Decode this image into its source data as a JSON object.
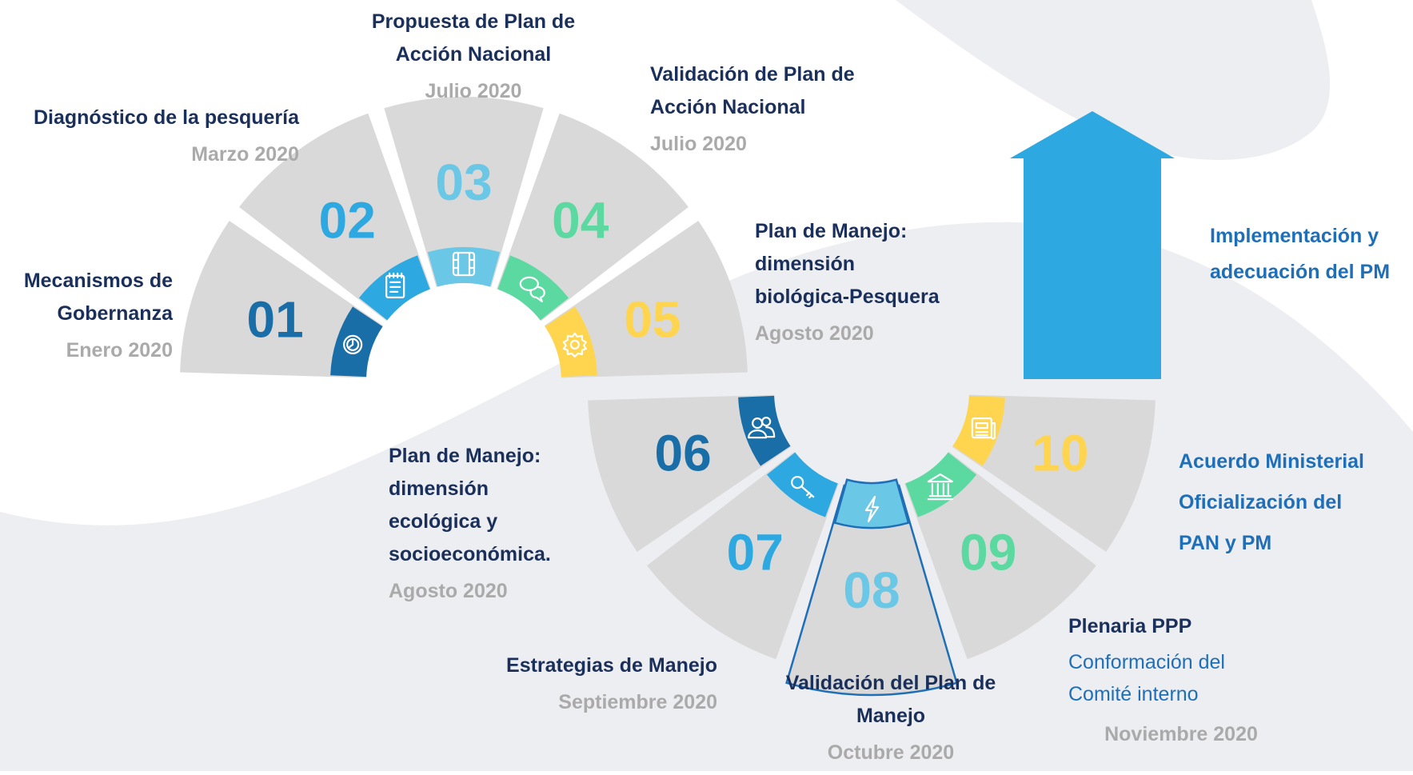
{
  "colors": {
    "segment_gray": "#d9d9d9",
    "title_navy": "#1a2f5a",
    "date_gray": "#aaaaaa",
    "blue_text": "#1f6fb8",
    "arrow_blue": "#2ea8e0",
    "bg_wave": "#eceef1",
    "ring_dark_blue": "#1a6ea8",
    "ring_blue": "#2ea8e0",
    "ring_light_blue": "#6ac8e6",
    "ring_green": "#5cd9a0",
    "ring_yellow": "#ffd54f"
  },
  "steps": [
    {
      "number": "01",
      "title_lines": [
        "Mecanismos de",
        "Gobernanza"
      ],
      "date": "Enero 2020",
      "number_color": "#1a6ea8",
      "ring_color": "#1a6ea8",
      "icon": "clock-icon"
    },
    {
      "number": "02",
      "title_lines": [
        "Diagnóstico de la pesquería"
      ],
      "date": "Marzo 2020",
      "number_color": "#2ea8e0",
      "ring_color": "#2ea8e0",
      "icon": "notepad-icon"
    },
    {
      "number": "03",
      "title_lines": [
        "Propuesta de Plan de",
        "Acción Nacional"
      ],
      "date": "Julio 2020",
      "number_color": "#6ac8e6",
      "ring_color": "#6ac8e6",
      "icon": "film-icon"
    },
    {
      "number": "04",
      "title_lines": [
        "Validación de Plan de",
        "Acción Nacional"
      ],
      "date": "Julio 2020",
      "number_color": "#5cd9a0",
      "ring_color": "#5cd9a0",
      "icon": "chat-icon"
    },
    {
      "number": "05",
      "title_lines": [
        "Plan de Manejo:",
        "dimensión",
        "biológica-Pesquera"
      ],
      "date": "Agosto 2020",
      "number_color": "#ffd54f",
      "ring_color": "#ffd54f",
      "icon": "gear-icon"
    },
    {
      "number": "06",
      "title_lines": [
        "Plan de Manejo:",
        "dimensión",
        "ecológica y",
        "socioeconómica."
      ],
      "date": "Agosto 2020",
      "number_color": "#1a6ea8",
      "ring_color": "#1a6ea8",
      "icon": "users-icon"
    },
    {
      "number": "07",
      "title_lines": [
        "Estrategias de Manejo"
      ],
      "date": "Septiembre 2020",
      "number_color": "#2ea8e0",
      "ring_color": "#2ea8e0",
      "icon": "key-icon"
    },
    {
      "number": "08",
      "title_lines": [
        "Validación del Plan de",
        "Manejo"
      ],
      "date": "Octubre 2020",
      "number_color": "#6ac8e6",
      "ring_color": "#6ac8e6",
      "icon": "lightning-icon"
    },
    {
      "number": "09",
      "title_lines": [
        "Plenaria PPP"
      ],
      "subtitle_lines": [
        "Conformación del",
        "Comité interno"
      ],
      "date": "Noviembre 2020",
      "number_color": "#5cd9a0",
      "ring_color": "#5cd9a0",
      "icon": "bank-icon"
    },
    {
      "number": "10",
      "title_lines": [
        "Acuerdo Ministerial",
        "Oficialización del",
        "PAN y PM"
      ],
      "date": "",
      "number_color": "#ffd54f",
      "ring_color": "#ffd54f",
      "icon": "newspaper-icon"
    }
  ],
  "final": {
    "title_lines": [
      "Implementación y",
      "adecuación del PM"
    ]
  }
}
